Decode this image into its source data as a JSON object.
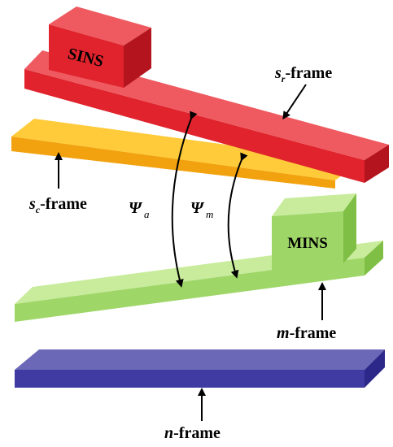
{
  "boxes": {
    "sins": "SINS",
    "mins": "MINS"
  },
  "frames": {
    "sr": {
      "letter": "s",
      "sub": "r",
      "suffix": "-frame"
    },
    "sc": {
      "letter": "s",
      "sub": "c",
      "suffix": "-frame"
    },
    "m": {
      "letter": "m",
      "suffix": "-frame"
    },
    "n": {
      "letter": "n",
      "suffix": "-frame"
    }
  },
  "angles": {
    "a": {
      "symbol": "Ψ",
      "sub": "a"
    },
    "m": {
      "symbol": "Ψ",
      "sub": "m"
    }
  },
  "colors": {
    "red_top": "#ee5a60",
    "red_front": "#e0232c",
    "red_side": "#b3141d",
    "orange_top": "#ffcb3a",
    "orange_front": "#f2a20e",
    "green_top": "#c8ec9c",
    "green_front": "#9fd668",
    "green_side": "#7fbf45",
    "blue_top": "#6b68b8",
    "blue_front": "#3f3ba2",
    "blue_side": "#2c288a"
  }
}
